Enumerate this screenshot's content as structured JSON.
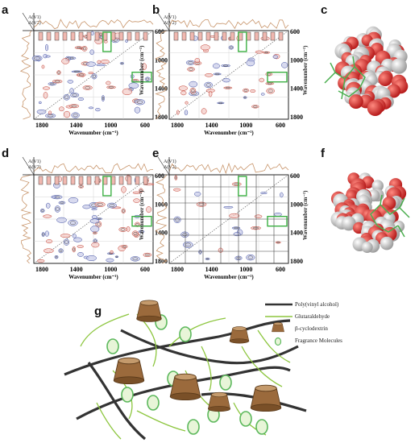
{
  "panels": {
    "a": {
      "label": "a",
      "corner1": "A(V1)",
      "corner2": "A(V2)"
    },
    "b": {
      "label": "b",
      "corner1": "A(V1)",
      "corner2": "A(V2)"
    },
    "c": {
      "label": "c"
    },
    "d": {
      "label": "d",
      "corner1": "A(V1)",
      "corner2": "A(V2)"
    },
    "e": {
      "label": "e",
      "corner1": "A(V1)",
      "corner2": "A(V2)"
    },
    "f": {
      "label": "f"
    },
    "g": {
      "label": "g"
    }
  },
  "axes": {
    "xticks": [
      "1800",
      "1400",
      "1000",
      "600"
    ],
    "yticks": [
      "600",
      "1000",
      "1400",
      "1800"
    ],
    "xlabel": "Wavenumber (cm⁻¹)",
    "ylabel": "Wavenumber (cm⁻¹)"
  },
  "legend": [
    {
      "label": "Poly(vinyl alcohol)",
      "color": "#333333"
    },
    {
      "label": "Glutaraldehyde",
      "color": "#8dc63f"
    },
    {
      "label": "β-cyclodextrin",
      "color": "#8b5a2b"
    },
    {
      "label": "Fragrance Molecules",
      "color": "#5cb85c"
    }
  ],
  "colors": {
    "positive": "#c0392b",
    "negative": "#3a4aa0",
    "highlight": "#3cb043",
    "trace": "#c8956b"
  }
}
